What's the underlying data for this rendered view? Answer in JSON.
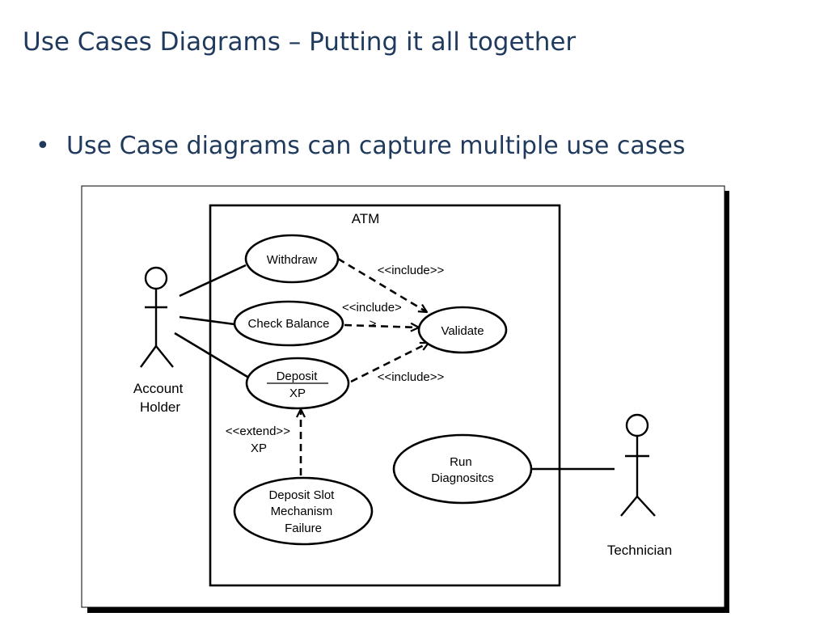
{
  "slide": {
    "title": "Use Cases Diagrams – Putting it all together",
    "bullet_marker": "•",
    "bullet_text": "Use Case diagrams can capture multiple use cases"
  },
  "diagram": {
    "system_name": "ATM",
    "actors": {
      "account_holder": [
        "Account",
        "Holder"
      ],
      "technician": [
        "Technician"
      ]
    },
    "use_cases": {
      "withdraw": [
        "Withdraw"
      ],
      "check_balance": [
        "Check Balance"
      ],
      "deposit": [
        "Deposit",
        "XP"
      ],
      "validate": [
        "Validate"
      ],
      "run_diagnostics": [
        "Run",
        "Diagnositcs"
      ],
      "deposit_slot_failure": [
        "Deposit Slot",
        "Mechanism",
        "Failure"
      ]
    },
    "relations": {
      "include_withdraw": "<<include>>",
      "include_check_balance_1": "<<include>",
      "include_check_balance_2": ">",
      "include_deposit": "<<include>>",
      "extend_1": "<<extend>>",
      "extend_2": "XP"
    },
    "colors": {
      "title": "#1f3a5c",
      "stroke": "#000000",
      "shadow": "#000000",
      "panel": "#ffffff"
    }
  }
}
